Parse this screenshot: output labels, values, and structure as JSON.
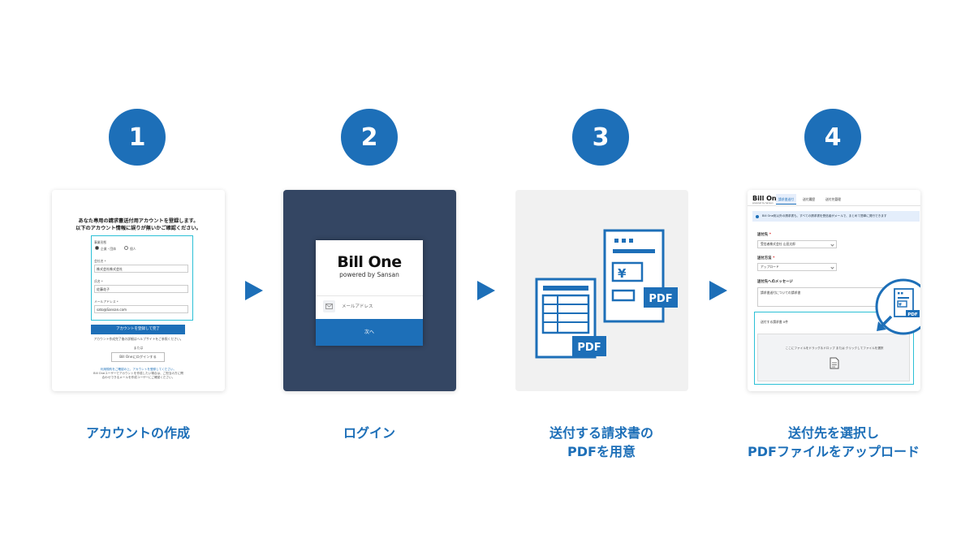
{
  "steps": [
    {
      "number": "1",
      "label_lines": [
        "アカウントの作成"
      ]
    },
    {
      "number": "2",
      "label_lines": [
        "ログイン"
      ]
    },
    {
      "number": "3",
      "label_lines": [
        "送付する請求書の",
        "PDFを用意"
      ]
    },
    {
      "number": "4",
      "label_lines": [
        "送付先を選択し",
        "PDFファイルをアップロード"
      ]
    }
  ],
  "screen1": {
    "heading_line1": "あなた専用の請求書送付用アカウントを登録します。",
    "heading_line2": "以下のアカウント情報に誤りが無いかご確認ください。",
    "type_label": "事業形態",
    "radio_corp": "企業・団体",
    "radio_indiv": "個人",
    "company_label": "会社名 *",
    "company_value": "株式会社株式会社",
    "name_label": "氏名 *",
    "name_value": "佐藤花子",
    "email_label": "メールアドレス *",
    "email_value": "sato@Sansan.com",
    "register_button": "アカウントを登録して完了",
    "note": "アカウント作成完了後の詳細はヘルプサイトをご参照ください。",
    "or_text": "または",
    "login_button": "Bill Oneにログインする",
    "footer_line1": "利用規約をご確認の上、アカウントを登録してください。",
    "footer_line2": "Bill Oneユーザーでアカウントを作成したい場合は、ご担当の方に問",
    "footer_line3": "合わせできるメールを作成ユーザーにご確認ください。"
  },
  "screen2": {
    "logo": "Bill One",
    "logo_sub": "powered by Sansan",
    "email_placeholder": "メールアドレス",
    "next_button": "次へ"
  },
  "screen3": {
    "badge_left": "PDF",
    "badge_right": "PDF",
    "yen": "¥"
  },
  "screen4": {
    "logo": "Bill One",
    "logo_sub": "powered by Sansan",
    "tabs": [
      "請求書送付",
      "送付履歴",
      "送付先管理"
    ],
    "notice": "Bill One宛以外の請求書も、すべての請求書を受信者がメールで、まとめて簡単に発行できます",
    "dest_label": "送付先",
    "dest_value": "受信者株式会社 山田太郎",
    "method_label": "送付方法",
    "method_value": "アップロード",
    "message_label": "送付先へのメッセージ",
    "message_value": "請求書送付についての請求書",
    "drop_title": "送付する請求書 0件",
    "drop_text": "ここにファイルをドラッグ＆ドロップ または クリックしてファイルを選択",
    "badge": "PDF",
    "yen": "¥"
  },
  "colors": {
    "accent": "#1d6fb8",
    "highlight": "#2cc0d6",
    "dark_panel": "#344663"
  }
}
